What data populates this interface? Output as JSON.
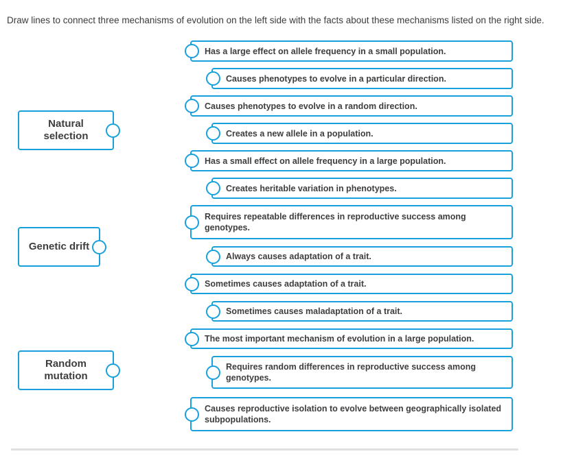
{
  "instructions": "Draw lines to connect three mechanisms of evolution on the left side with the facts about these mechanisms listed on the right side.",
  "mechanisms": [
    "Natural selection",
    "Genetic drift",
    "Random mutation"
  ],
  "facts": [
    "Has a large effect on allele frequency in a small population.",
    "Causes phenotypes to evolve in a particular direction.",
    "Causes phenotypes to evolve in a random direction.",
    "Creates a new allele in a population.",
    "Has a small effect on allele frequency in a large population.",
    "Creates heritable variation in phenotypes.",
    "Requires repeatable differences in reproductive success among genotypes.",
    "Always causes adaptation of a trait.",
    "Sometimes causes adaptation of a trait.",
    "Sometimes causes maladaptation of a trait.",
    "The most important mechanism of evolution in a large population.",
    "Requires random differences in reproductive success among genotypes.",
    "Causes reproductive isolation to evolve between geographically isolated subpopulations."
  ],
  "colors": {
    "accent": "#18a0dc",
    "box_text": "#3e3e3e",
    "instructions_text": "#3b3b3b",
    "divider": "#e0e0e0",
    "connector_fill": "#ffffff"
  }
}
